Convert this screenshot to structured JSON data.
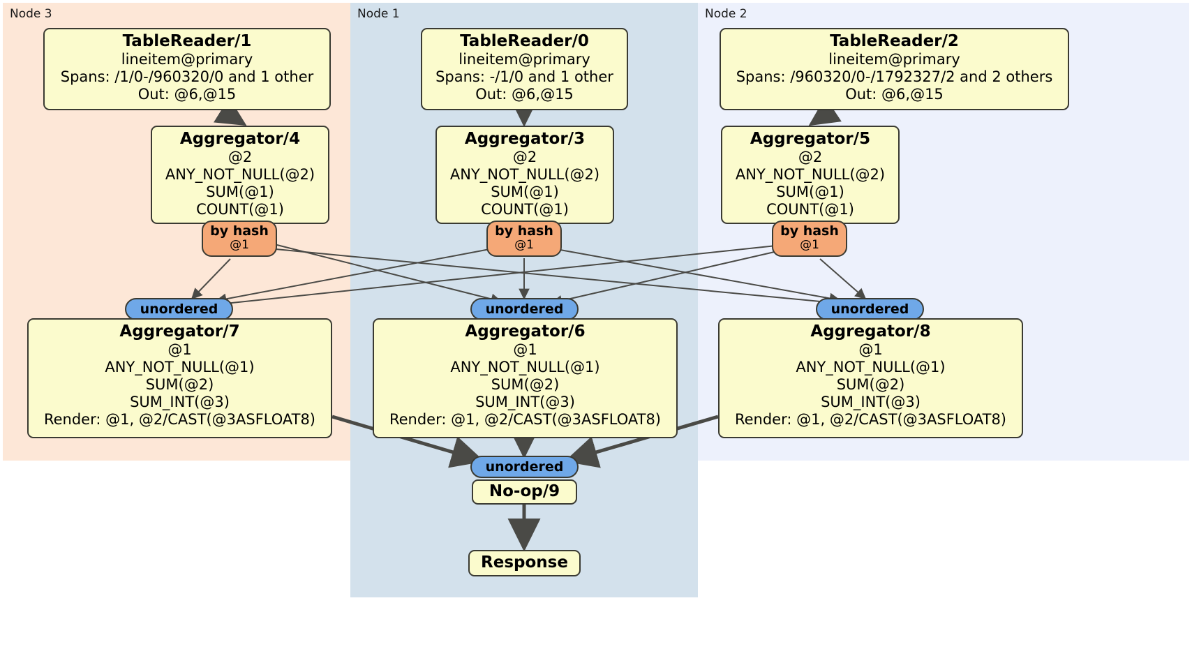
{
  "diagram": {
    "type": "distributed-query-execution-plan",
    "background": "#ffffff"
  },
  "nodes": [
    {
      "id": "node3",
      "label": "Node 3",
      "color": "#fde7d7"
    },
    {
      "id": "node1",
      "label": "Node 1",
      "color": "#d3e1ec"
    },
    {
      "id": "node2",
      "label": "Node 2",
      "color": "#edf1fc"
    }
  ],
  "processors": {
    "table_reader_1": {
      "title": "TableReader/1",
      "lines": [
        "lineitem@primary",
        "Spans: /1/0-/960320/0 and 1 other",
        "Out: @6,@15"
      ]
    },
    "table_reader_0": {
      "title": "TableReader/0",
      "lines": [
        "lineitem@primary",
        "Spans: -/1/0 and 1 other",
        "Out: @6,@15"
      ]
    },
    "table_reader_2": {
      "title": "TableReader/2",
      "lines": [
        "lineitem@primary",
        "Spans: /960320/0-/1792327/2 and 2 others",
        "Out: @6,@15"
      ]
    },
    "aggregator_4": {
      "title": "Aggregator/4",
      "lines": [
        "@2",
        "ANY_NOT_NULL(@2)",
        "SUM(@1)",
        "COUNT(@1)"
      ]
    },
    "aggregator_3": {
      "title": "Aggregator/3",
      "lines": [
        "@2",
        "ANY_NOT_NULL(@2)",
        "SUM(@1)",
        "COUNT(@1)"
      ]
    },
    "aggregator_5": {
      "title": "Aggregator/5",
      "lines": [
        "@2",
        "ANY_NOT_NULL(@2)",
        "SUM(@1)",
        "COUNT(@1)"
      ]
    },
    "aggregator_7": {
      "title": "Aggregator/7",
      "lines": [
        "@1",
        "ANY_NOT_NULL(@1)",
        "SUM(@2)",
        "SUM_INT(@3)",
        "Render: @1, @2/CAST(@3ASFLOAT8)"
      ]
    },
    "aggregator_6": {
      "title": "Aggregator/6",
      "lines": [
        "@1",
        "ANY_NOT_NULL(@1)",
        "SUM(@2)",
        "SUM_INT(@3)",
        "Render: @1, @2/CAST(@3ASFLOAT8)"
      ]
    },
    "aggregator_8": {
      "title": "Aggregator/8",
      "lines": [
        "@1",
        "ANY_NOT_NULL(@1)",
        "SUM(@2)",
        "SUM_INT(@3)",
        "Render: @1, @2/CAST(@3ASFLOAT8)"
      ]
    },
    "noop_9": {
      "title": "No-op/9",
      "lines": []
    },
    "response": {
      "title": "Response",
      "lines": []
    }
  },
  "routers": {
    "hash_left": {
      "label": "by hash",
      "column": "@1",
      "color": "#f5a877"
    },
    "hash_center": {
      "label": "by hash",
      "column": "@1",
      "color": "#f5a877"
    },
    "hash_right": {
      "label": "by hash",
      "column": "@1",
      "color": "#f5a877"
    }
  },
  "synchronizers": {
    "unordered_left": {
      "label": "unordered",
      "color": "#6fa8e8"
    },
    "unordered_center": {
      "label": "unordered",
      "color": "#6fa8e8"
    },
    "unordered_right": {
      "label": "unordered",
      "color": "#6fa8e8"
    },
    "unordered_final": {
      "label": "unordered",
      "color": "#6fa8e8"
    }
  },
  "style": {
    "box_fill": "#fbfbcd",
    "box_stroke": "#3a3a32",
    "edge_color": "#4a4a46"
  }
}
